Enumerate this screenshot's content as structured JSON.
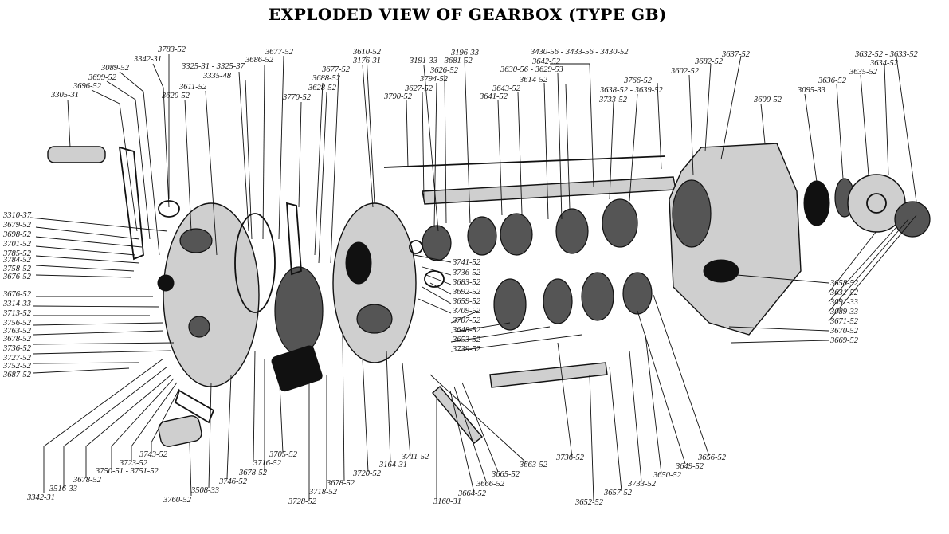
{
  "title": "EXPLODED VIEW OF GEARBOX (TYPE GB)",
  "labels": [
    "3305-31",
    "3696-52",
    "3699-52",
    "3089-52",
    "3342-31",
    "3783-52",
    "3620-52",
    "3611-52",
    "3325-31 - 3325-37",
    "3335-48",
    "3686-52",
    "3677-52",
    "3770-52",
    "3688-52",
    "3628-52",
    "3677-52",
    "3610-52",
    "3176-31",
    "3191-33 - 3681-52",
    "3196-33",
    "3626-52",
    "3794-52",
    "3790-52",
    "3627-52",
    "3641-52",
    "3643-52",
    "3630-56 - 3629-53",
    "3642-52",
    "3614-52",
    "3430-56 - 3433-56 - 3430-52",
    "3638-52 - 3639-52",
    "3733-52",
    "3766-52",
    "3602-52",
    "3682-52",
    "3637-52",
    "3600-52",
    "3095-33",
    "3636-52",
    "3635-52",
    "3634-52",
    "3632-52 - 3633-52",
    "3310-37",
    "3679-52",
    "3698-52",
    "3701-52",
    "3785-52",
    "3784-52",
    "3758-52",
    "3676-52",
    "3676-52",
    "3314-33",
    "3713-52",
    "3756-52",
    "3763-52",
    "3678-52",
    "3736-52",
    "3727-52",
    "3752-52",
    "3687-52",
    "3741-52",
    "3736-52",
    "3683-52",
    "3692-52",
    "3659-52",
    "3709-52",
    "3707-52",
    "3648-52",
    "3653-52",
    "3739-52",
    "3658-52",
    "3631-52",
    "3091-33",
    "3089-33",
    "3671-52",
    "3670-52",
    "3669-52",
    "3342-31",
    "3516-33",
    "3678-52",
    "3750-51 - 3751-52",
    "3723-52",
    "3743-52",
    "3760-52",
    "3508-33",
    "3746-52",
    "3716-52",
    "3678-52",
    "3705-52",
    "3728-52",
    "3718-52",
    "3678-52",
    "3720-52",
    "3164-31",
    "3711-52",
    "3160-31",
    "3664-52",
    "3666-52",
    "3665-52",
    "3663-52",
    "3736-52",
    "3652-52",
    "3657-52",
    "3733-52",
    "3650-52",
    "3649-52",
    "3656-52"
  ]
}
